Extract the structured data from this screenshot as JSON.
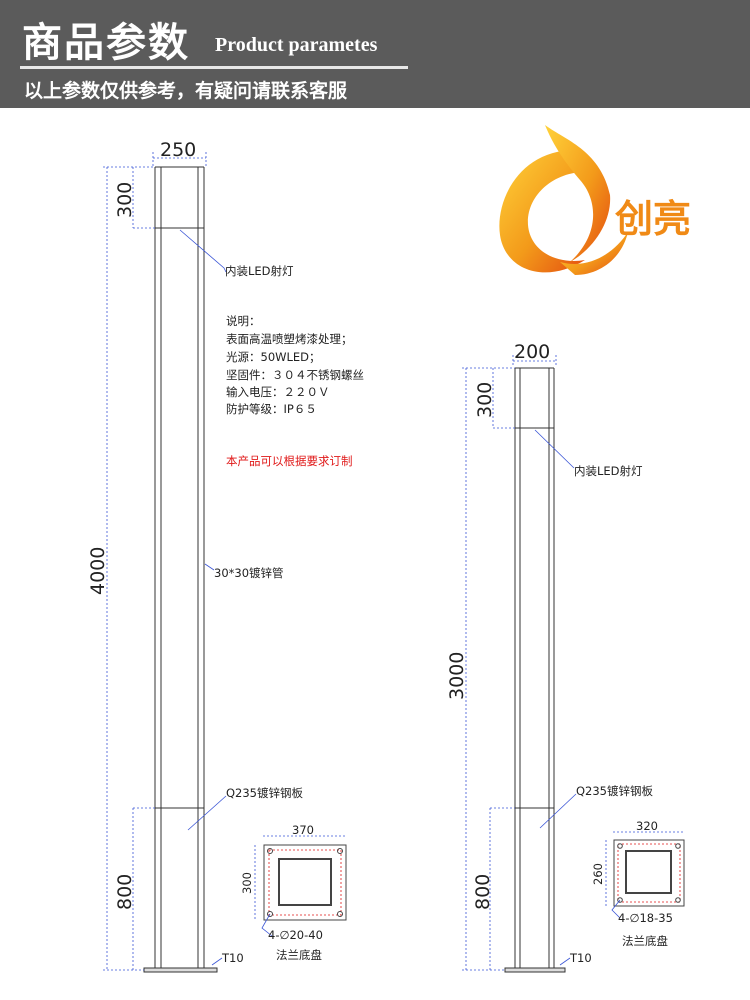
{
  "header": {
    "title_cn": "商品参数",
    "title_en": "Product parametes",
    "subtitle": "以上参数仅供参考，有疑问请联系客服"
  },
  "logo": {
    "text": "创亮"
  },
  "colors": {
    "header_bg": "#5b5b5b",
    "dim_blue": "#3a55d6",
    "red_note": "#e01818",
    "logo_orange": "#f39a1a"
  },
  "left_pole": {
    "width_dim": "250",
    "top_dim": "300",
    "height_dim": "4000",
    "base_dim": "800",
    "led_label": "内装LED射灯",
    "tube_label": "30*30镀锌管",
    "plate_label": "Q235镀锌钢板",
    "t_label": "T10",
    "flange": {
      "width_dim": "370",
      "height_dim": "300",
      "holes": "4-∅20-40",
      "caption": "法兰底盘"
    }
  },
  "right_pole": {
    "width_dim": "200",
    "top_dim": "300",
    "height_dim": "3000",
    "base_dim": "800",
    "led_label": "内装LED射灯",
    "plate_label": "Q235镀锌钢板",
    "t_label": "T10",
    "flange": {
      "width_dim": "320",
      "height_dim": "260",
      "holes": "4-∅18-35",
      "caption": "法兰底盘"
    }
  },
  "notes": {
    "heading": "说明：",
    "lines": [
      "表面高温喷塑烤漆处理；",
      "光源：50WLED；",
      "坚固件：３０４不锈钢螺丝",
      "输入电压：２２０Ｖ",
      "防护等级：IP６５"
    ],
    "custom": "本产品可以根据要求订制"
  }
}
